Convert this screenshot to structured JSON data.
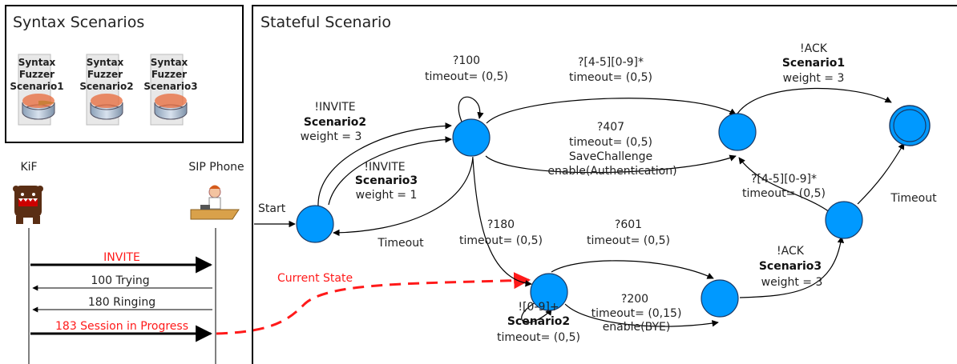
{
  "syntax_panel": {
    "title": "Syntax Scenarios",
    "fuzzers": [
      {
        "line1": "Syntax",
        "line2": "Fuzzer",
        "line3": "Scenario1"
      },
      {
        "line1": "Syntax",
        "line2": "Fuzzer",
        "line3": "Scenario2"
      },
      {
        "line1": "Syntax",
        "line2": "Fuzzer",
        "line3": "Scenario3"
      }
    ]
  },
  "stateful_panel": {
    "title": "Stateful Scenario"
  },
  "sequence": {
    "left_actor": "KiF",
    "right_actor": "SIP Phone",
    "messages": [
      "INVITE",
      "100 Trying",
      "180 Ringing",
      "183 Session in Progress"
    ],
    "current_state_label": "Current State"
  },
  "labels": {
    "start": "Start",
    "loop100": [
      "?100",
      "timeout= (0,5)"
    ],
    "inv2": [
      "!INVITE",
      "Scenario2",
      "weight =  3"
    ],
    "inv3": [
      "!INVITE",
      "Scenario3",
      "weight =  1"
    ],
    "timeout_back": "Timeout",
    "top_arc": [
      "?[4-5][0-9]*",
      "timeout= (0,5)"
    ],
    "mid_arc": [
      "?407",
      "timeout= (0,5)",
      "SaveChallenge",
      "enable(Authentication)"
    ],
    "ack1": [
      "!ACK",
      "Scenario1",
      "weight =  3"
    ],
    "q180": [
      "?180",
      "timeout= (0,5)"
    ],
    "q601": [
      "?601",
      "timeout= (0,5)"
    ],
    "q200": [
      "?200",
      "timeout= (0,15)",
      "enable(BYE)"
    ],
    "loop2": [
      "![0-9]+",
      "Scenario2",
      "timeout= (0,5)"
    ],
    "ack3": [
      "!ACK",
      "Scenario3",
      "weight =  3"
    ],
    "right_arc": [
      "?[4-5][0-9]*",
      "timeout= (0,5)"
    ],
    "timeout_right": "Timeout"
  }
}
